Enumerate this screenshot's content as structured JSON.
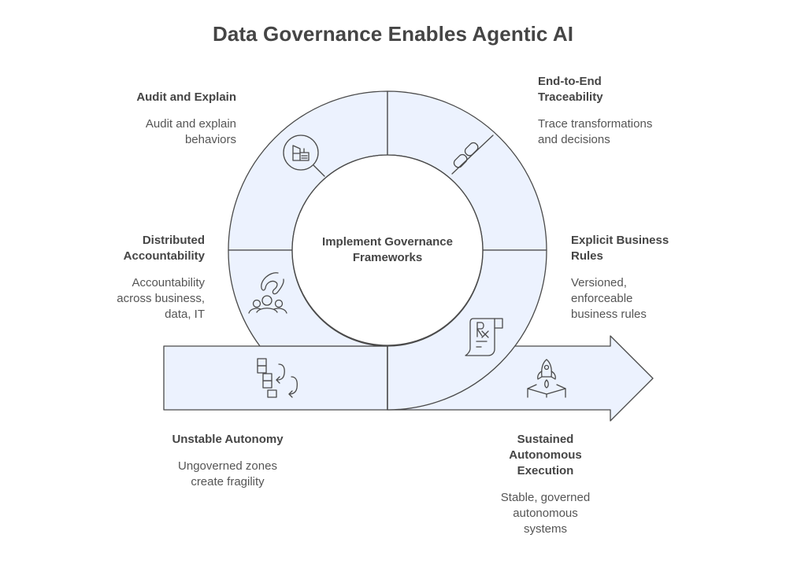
{
  "title": "Data Governance Enables Agentic AI",
  "colors": {
    "fill": "#ECF2FE",
    "stroke": "#4A4A4A",
    "text_heading": "#454545",
    "text_body": "#555555",
    "background": "#FFFFFF"
  },
  "center": {
    "label": "Implement Governance Frameworks"
  },
  "segments": [
    {
      "id": "audit",
      "icon": "magnifier-building-icon",
      "heading": "Audit and Explain",
      "description": "Audit and explain behaviors"
    },
    {
      "id": "traceability",
      "icon": "chain-link-icon",
      "heading": "End-to-End Traceability",
      "description": "Trace transformations and decisions"
    },
    {
      "id": "accountability",
      "icon": "people-hand-icon",
      "heading": "Distributed Accountability",
      "description": "Accountability across business, data, IT"
    },
    {
      "id": "rules",
      "icon": "scroll-rx-icon",
      "heading": "Explicit Business Rules",
      "description": "Versioned, enforceable business rules"
    },
    {
      "id": "unstable",
      "icon": "stacked-blocks-arrows-icon",
      "heading": "Unstable Autonomy",
      "description": "Ungoverned zones create fragility"
    },
    {
      "id": "sustained",
      "icon": "rocket-launch-icon",
      "heading": "Sustained Autonomous Execution",
      "description": "Stable, governed autonomous systems"
    }
  ]
}
